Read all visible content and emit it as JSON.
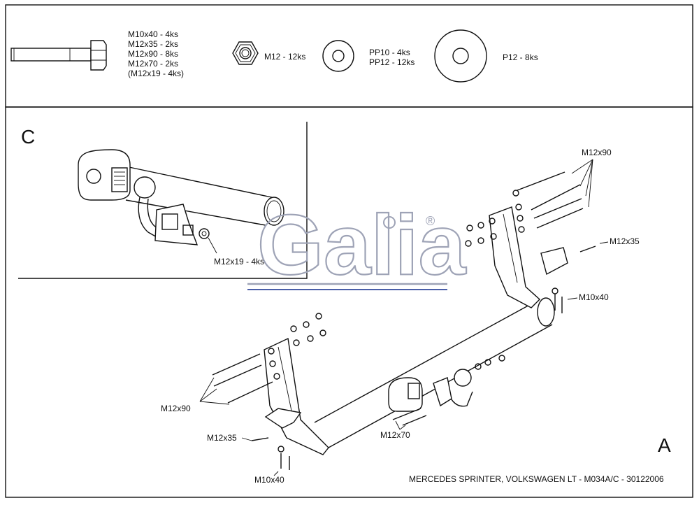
{
  "parts": {
    "bolts": [
      "M10x40 - 4ks",
      "M12x35 - 2ks",
      "M12x90 - 8ks",
      "M12x70 - 2ks",
      "(M12x19 - 4ks)"
    ],
    "nut": "M12 - 12ks",
    "washers_small": [
      "PP10 - 4ks",
      "PP12 - 12ks"
    ],
    "washer_large": "P12 - 8ks"
  },
  "detail": {
    "letter": "C",
    "callout": "M12x19 - 4ks"
  },
  "main": {
    "letter": "A",
    "callouts": {
      "m12x90_top": "M12x90",
      "m12x35_right": "M12x35",
      "m10x40_right": "M10x40",
      "m12x90_left": "M12x90",
      "m12x35_left": "M12x35",
      "m10x40_left": "M10x40",
      "m12x70": "M12x70"
    }
  },
  "logo": {
    "text": "Galia",
    "registered": "®",
    "colors": {
      "outline": "#9ea3b6",
      "accent": "#4a5ea8"
    }
  },
  "footer": "MERCEDES SPRINTER, VOLKSWAGEN LT - M034A/C - 30122006"
}
